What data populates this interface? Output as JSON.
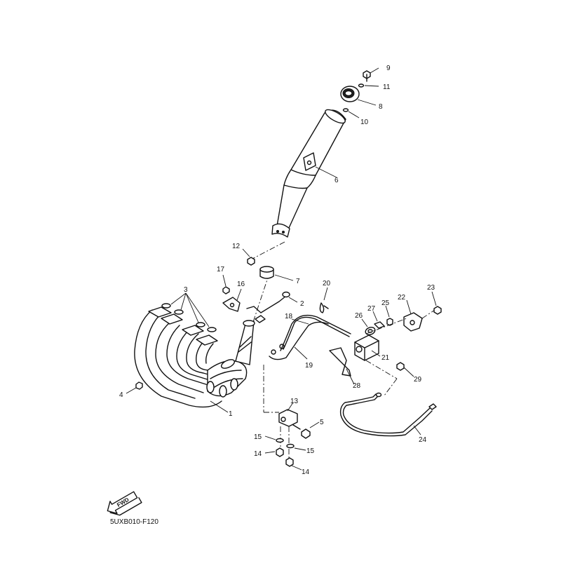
{
  "diagram": {
    "drawing_code": "5UXB010-F120",
    "direction_label": "FWD",
    "callouts": [
      {
        "id": "c9",
        "number": "9"
      },
      {
        "id": "c11",
        "number": "11"
      },
      {
        "id": "c8",
        "number": "8"
      },
      {
        "id": "c10",
        "number": "10"
      },
      {
        "id": "c6",
        "number": "6"
      },
      {
        "id": "c12",
        "number": "12"
      },
      {
        "id": "c7",
        "number": "7"
      },
      {
        "id": "c17",
        "number": "17"
      },
      {
        "id": "c16",
        "number": "16"
      },
      {
        "id": "c3",
        "number": "3"
      },
      {
        "id": "c2",
        "number": "2"
      },
      {
        "id": "c20",
        "number": "20"
      },
      {
        "id": "c18",
        "number": "18"
      },
      {
        "id": "c19",
        "number": "19"
      },
      {
        "id": "c22",
        "number": "22"
      },
      {
        "id": "c23",
        "number": "23"
      },
      {
        "id": "c25",
        "number": "25"
      },
      {
        "id": "c27",
        "number": "27"
      },
      {
        "id": "c26",
        "number": "26"
      },
      {
        "id": "c21",
        "number": "21"
      },
      {
        "id": "c28",
        "number": "28"
      },
      {
        "id": "c29",
        "number": "29"
      },
      {
        "id": "c4",
        "number": "4"
      },
      {
        "id": "c1",
        "number": "1"
      },
      {
        "id": "c13",
        "number": "13"
      },
      {
        "id": "c5",
        "number": "5"
      },
      {
        "id": "c15a",
        "number": "15"
      },
      {
        "id": "c15b",
        "number": "15"
      },
      {
        "id": "c14a",
        "number": "14"
      },
      {
        "id": "c14b",
        "number": "14"
      },
      {
        "id": "c24",
        "number": "24"
      }
    ]
  }
}
